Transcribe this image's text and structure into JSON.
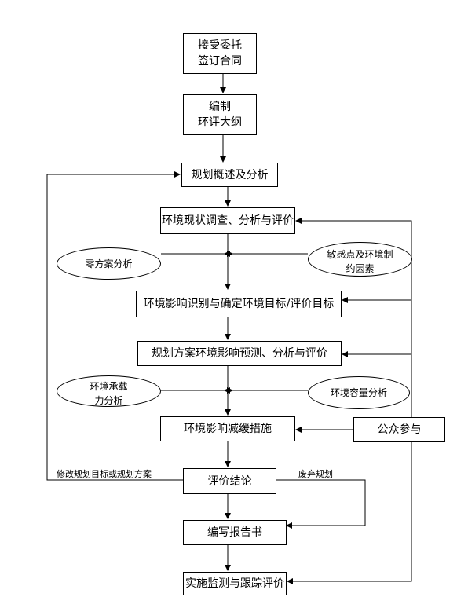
{
  "nodes": {
    "accept_commission": [
      "接受委托",
      "签订合同"
    ],
    "compile_outline": [
      "编制",
      "环评大纲"
    ],
    "plan_overview": "规划概述及分析",
    "env_survey": "环境现状调查、分析与评价",
    "zero_option": "零方案分析",
    "sensitive_points": [
      "敏感点及环境制",
      "约因素"
    ],
    "impact_identification": "环境影响识别与确定环境目标/评价目标",
    "impact_prediction": "规划方案环境影响预测、分析与评价",
    "carrying_capacity": [
      "环境承载",
      "力分析"
    ],
    "capacity_analysis": "环境容量分析",
    "mitigation": "环境影响减缓措施",
    "public_participation": "公众参与",
    "conclusion": "评价结论",
    "write_report": "编写报告书",
    "monitoring": "实施监测与跟踪评价"
  },
  "labels": {
    "modify_plan": "修改规划目标或规划方案",
    "abandon_plan": "废弃规划"
  }
}
